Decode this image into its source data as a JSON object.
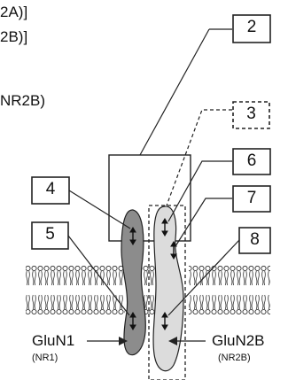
{
  "top_text": {
    "line1": "2A)]",
    "line2": "2B)]",
    "line3": "NR2B)"
  },
  "callouts": [
    "2",
    "3",
    "4",
    "5",
    "6",
    "7",
    "8"
  ],
  "subunits": {
    "left": {
      "name": "GluN1",
      "alias": "(NR1)"
    },
    "right": {
      "name": "GluN2B",
      "alias": "(NR2B)"
    }
  },
  "colors": {
    "glun1_fill": "#8c8c8c",
    "glun2b_fill": "#dcdcdc",
    "outline": "#222222"
  },
  "icons": [
    "double-arrow-icon"
  ]
}
